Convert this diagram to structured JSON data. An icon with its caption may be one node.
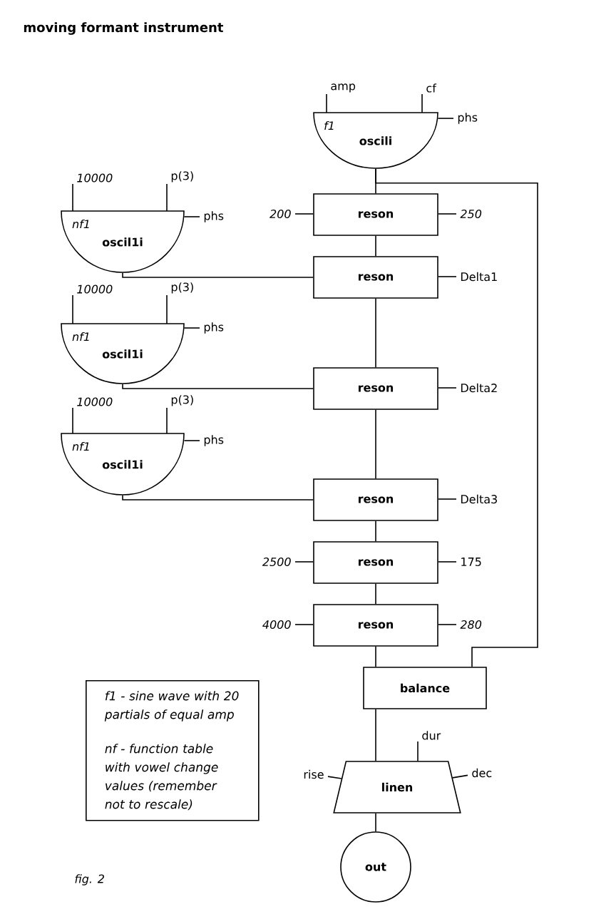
{
  "diagram": {
    "title": "moving formant instrument",
    "nodes": [
      {
        "text": [
          "amp"
        ]
      },
      {
        "text": [
          "cf"
        ]
      },
      {
        "text": [
          "f1",
          "oscili"
        ]
      },
      {
        "text": [
          "phs"
        ]
      },
      {
        "text": [
          "10000"
        ]
      },
      {
        "text": [
          "p(3)"
        ]
      },
      {
        "text": [
          "nf1",
          "oscil1i"
        ]
      },
      {
        "text": [
          "phs"
        ]
      },
      {
        "text": [
          "200"
        ]
      },
      {
        "text": [
          "reson"
        ]
      },
      {
        "text": [
          "250"
        ]
      },
      {
        "text": [
          "reson"
        ]
      },
      {
        "text": [
          "Delta1"
        ]
      },
      {
        "text": [
          "10000"
        ]
      },
      {
        "text": [
          "p(3)"
        ]
      },
      {
        "text": [
          "nf1",
          "oscil1i"
        ]
      },
      {
        "text": [
          "phs"
        ]
      },
      {
        "text": [
          "reson"
        ]
      },
      {
        "text": [
          "Delta2"
        ]
      },
      {
        "text": [
          "10000"
        ]
      },
      {
        "text": [
          "p(3)"
        ]
      },
      {
        "text": [
          "nf1",
          "oscil1i"
        ]
      },
      {
        "text": [
          "phs"
        ]
      },
      {
        "text": [
          "reson"
        ]
      },
      {
        "text": [
          "Delta3"
        ]
      },
      {
        "text": [
          "2500"
        ]
      },
      {
        "text": [
          "reson"
        ]
      },
      {
        "text": [
          "175"
        ]
      },
      {
        "text": [
          "4000"
        ]
      },
      {
        "text": [
          "reson"
        ]
      },
      {
        "text": [
          "280"
        ]
      },
      {
        "text": [
          "balance"
        ]
      },
      {
        "text": [
          "f1 - sine wave with 20 partials of equal amp",
          "nf - function table with vowel change values (remember not to rescale)"
        ]
      },
      {
        "text": [
          "dur"
        ]
      },
      {
        "text": [
          "rise"
        ]
      },
      {
        "text": [
          "linen"
        ]
      },
      {
        "text": [
          "dec"
        ]
      },
      {
        "text": [
          "out"
        ]
      }
    ],
    "edges": [
      {
        "from": 0,
        "to": 2,
        "arrow": "none"
      },
      {
        "from": 1,
        "to": 2,
        "arrow": "none"
      },
      {
        "from": 3,
        "to": 2,
        "arrow": "none"
      },
      {
        "from": 2,
        "to": 9,
        "arrow": "none"
      },
      {
        "from": 2,
        "to": 31,
        "arrow": "none"
      },
      {
        "from": 4,
        "to": 6,
        "arrow": "none"
      },
      {
        "from": 5,
        "to": 6,
        "arrow": "none"
      },
      {
        "from": 7,
        "to": 6,
        "arrow": "none"
      },
      {
        "from": 8,
        "to": 9,
        "arrow": "none"
      },
      {
        "from": 10,
        "to": 9,
        "arrow": "none"
      },
      {
        "from": 9,
        "to": 11,
        "arrow": "none"
      },
      {
        "from": 6,
        "to": 11,
        "arrow": "none"
      },
      {
        "from": 12,
        "to": 11,
        "arrow": "none"
      },
      {
        "from": 13,
        "to": 15,
        "arrow": "none"
      },
      {
        "from": 14,
        "to": 15,
        "arrow": "none"
      },
      {
        "from": 16,
        "to": 15,
        "arrow": "none"
      },
      {
        "from": 11,
        "to": 17,
        "arrow": "none"
      },
      {
        "from": 15,
        "to": 17,
        "arrow": "none"
      },
      {
        "from": 18,
        "to": 17,
        "arrow": "none"
      },
      {
        "from": 19,
        "to": 21,
        "arrow": "none"
      },
      {
        "from": 20,
        "to": 21,
        "arrow": "none"
      },
      {
        "from": 22,
        "to": 21,
        "arrow": "none"
      },
      {
        "from": 17,
        "to": 23,
        "arrow": "none"
      },
      {
        "from": 21,
        "to": 23,
        "arrow": "none"
      },
      {
        "from": 24,
        "to": 23,
        "arrow": "none"
      },
      {
        "from": 23,
        "to": 26,
        "arrow": "none"
      },
      {
        "from": 25,
        "to": 26,
        "arrow": "none"
      },
      {
        "from": 27,
        "to": 26,
        "arrow": "none"
      },
      {
        "from": 26,
        "to": 29,
        "arrow": "none"
      },
      {
        "from": 28,
        "to": 29,
        "arrow": "none"
      },
      {
        "from": 30,
        "to": 29,
        "arrow": "none"
      },
      {
        "from": 29,
        "to": 31,
        "arrow": "none"
      },
      {
        "from": 31,
        "to": 35,
        "arrow": "none"
      },
      {
        "from": 33,
        "to": 35,
        "arrow": "none"
      },
      {
        "from": 34,
        "to": 35,
        "arrow": "none"
      },
      {
        "from": 36,
        "to": 35,
        "arrow": "none"
      },
      {
        "from": 35,
        "to": 37,
        "arrow": "none"
      }
    ],
    "labels": [
      "fig. 2"
    ]
  }
}
